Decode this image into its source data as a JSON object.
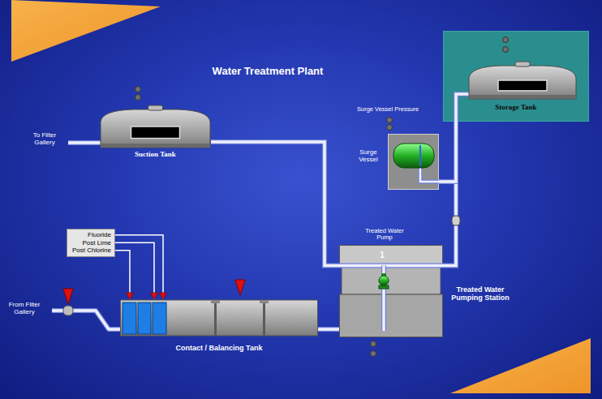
{
  "diagram": {
    "title": "Water Treatment Plant",
    "nodes": [
      {
        "text": [
          "Suction Tank"
        ]
      },
      {
        "text": [
          "Storage Tank"
        ]
      },
      {
        "text": [
          "Surge Vessel"
        ]
      },
      {
        "text": [
          "Fluoride",
          "Post Lime",
          "Post Chlorine"
        ]
      },
      {
        "text": [
          "Contact / Balancing Tank"
        ]
      },
      {
        "text": [
          "Treated Water Pumping Station"
        ]
      },
      {
        "text": [
          "Treated Water Pump",
          "1"
        ],
        "in": 5
      }
    ],
    "edges": [
      {
        "from": 3,
        "to": 4,
        "arrow": "to"
      },
      {
        "from": 3,
        "to": 4,
        "arrow": "to"
      },
      {
        "from": 3,
        "to": 4,
        "arrow": "to"
      },
      {
        "from": 4,
        "to": 5,
        "arrow": "none"
      },
      {
        "from": 6,
        "to": 0,
        "arrow": "none"
      },
      {
        "from": 6,
        "to": 1,
        "arrow": "none"
      },
      {
        "from": 2,
        "to": 1,
        "arrow": "none"
      }
    ],
    "labels": [
      "To Filter Gallery",
      "Surge Vessel Pressure",
      "From Filter Gallery"
    ]
  }
}
